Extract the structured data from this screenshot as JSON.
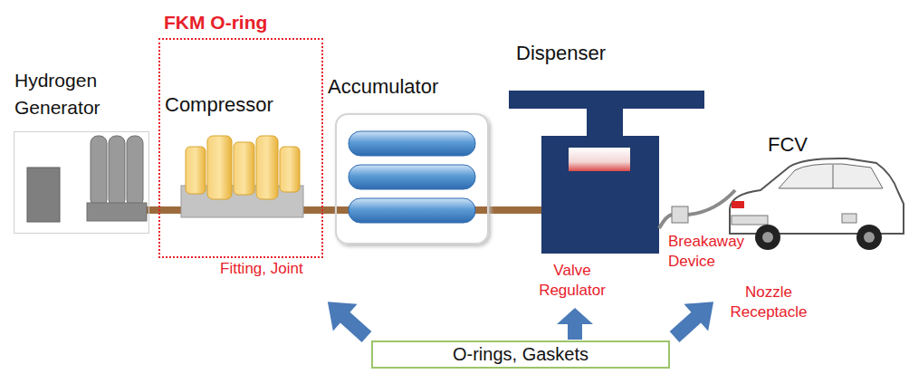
{
  "diagram": {
    "nodes": [
      {
        "text": [
          "Hydrogen Generator"
        ]
      },
      {
        "text": [
          "FKM O-ring",
          "Compressor"
        ]
      },
      {
        "text": [
          "Accumulator"
        ]
      },
      {
        "text": [
          "O-rings, Gaskets"
        ]
      }
    ],
    "edges": [
      {
        "from": 0,
        "to": 1,
        "arrow": "none"
      },
      {
        "from": 1,
        "to": 2,
        "arrow": "none"
      }
    ],
    "labels": [
      "Dispenser",
      "FCV",
      "Fitting, Joint",
      "Valve Regulator",
      "Breakaway Device",
      "Nozzle Receptacle"
    ]
  }
}
